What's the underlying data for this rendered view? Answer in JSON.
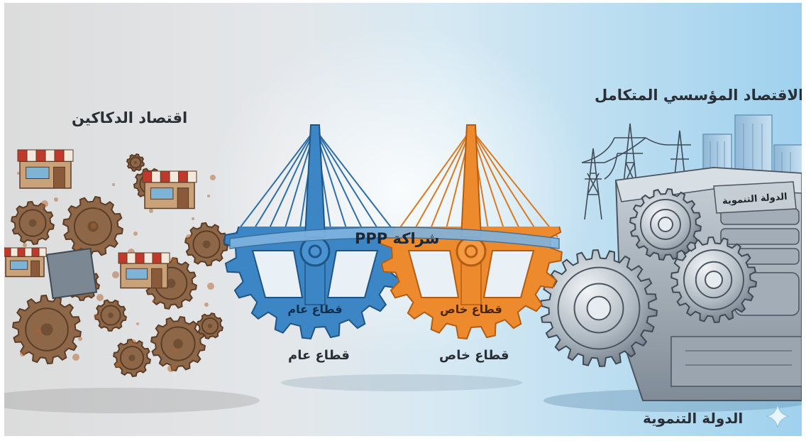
{
  "labels": {
    "left_title": "اقتصاد الدكاكين",
    "right_title": "الاقتصاد المؤسسي المتكامل",
    "machine_plate": "الدولة التنموية",
    "bottom_right": "الدولة التنموية",
    "center": "شراكة PPP",
    "blue_gear": "قطاع عام",
    "orange_gear": "قطاع خاص",
    "under_blue": "قطاع عام",
    "under_orange": "قطاع خاص"
  },
  "colors": {
    "background_left": "#d8d8d8",
    "background_right": "#a9d6ef",
    "public_sector_blue": "#3d86c6",
    "private_sector_orange": "#ee8a2e",
    "rust": "#8a5a3a",
    "steel": "#b9c3cc"
  },
  "icons": [
    "shop-icon",
    "rusty-gear-icon",
    "power-pylon-icon",
    "skyscraper-icon",
    "steel-gear-icon",
    "sparkle-icon"
  ]
}
